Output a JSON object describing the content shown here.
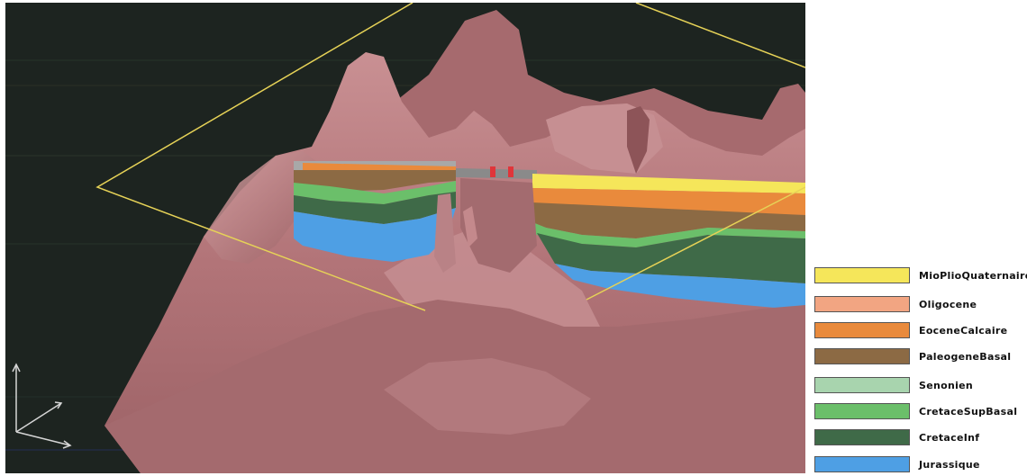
{
  "legend": {
    "items": [
      {
        "label": "MioPlioQuaternaire",
        "color": "#f5e65a"
      },
      {
        "label": "Oligocene",
        "color": "#f2a582"
      },
      {
        "label": "EoceneCalcaire",
        "color": "#e98a3c"
      },
      {
        "label": "PaleogeneBasal",
        "color": "#8c6a44"
      },
      {
        "label": "Senonien",
        "color": "#a8d4ae"
      },
      {
        "label": "CretaceSupBasal",
        "color": "#6bbf6a"
      },
      {
        "label": "CretaceInf",
        "color": "#3f6a48"
      },
      {
        "label": "Jurassique",
        "color": "#4e9fe4"
      }
    ]
  },
  "viewport": {
    "background": "#1d2420",
    "terrain_color": "#b4777a",
    "plane_color": "#e6d257"
  }
}
